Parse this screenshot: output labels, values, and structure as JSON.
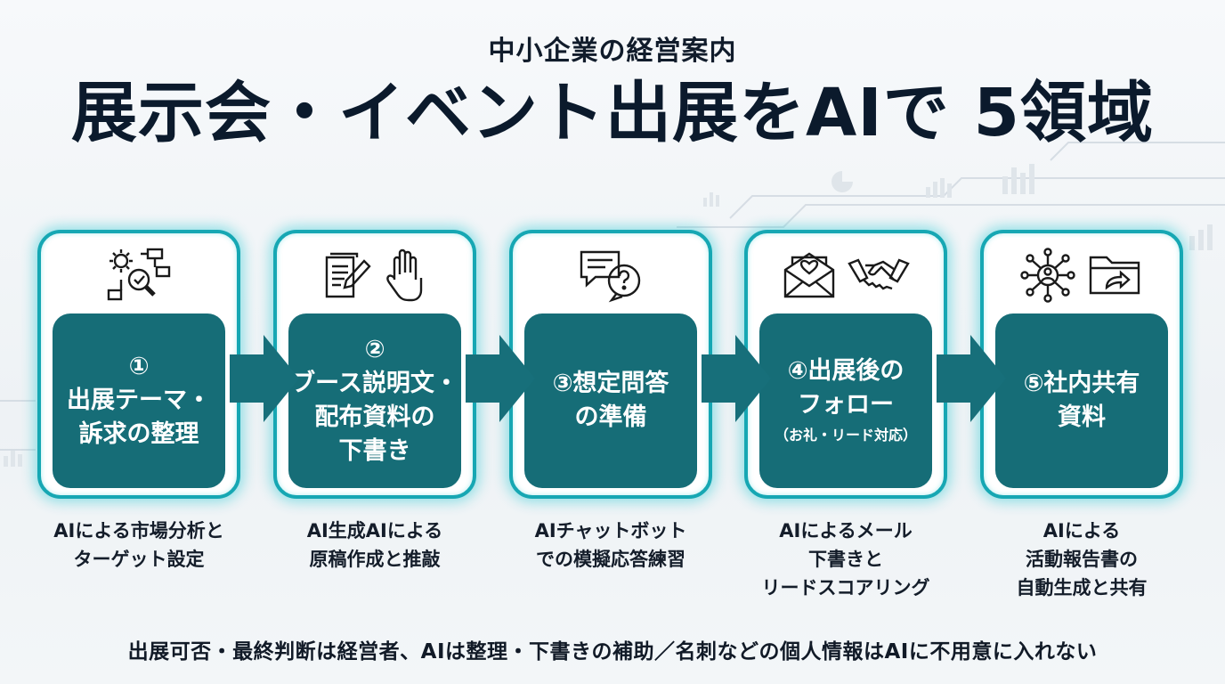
{
  "header": {
    "subtitle": "中小企業の経営案内",
    "title": "展示会・イベント出展をAIで 5領域"
  },
  "steps": [
    {
      "lines": [
        "①",
        "出展テーマ・",
        "訴求の整理"
      ],
      "note": "",
      "icons": [
        "gear-flowchart-icon",
        "magnifier-check-icon"
      ],
      "caption": [
        "AIによる市場分析と",
        "ターゲット設定"
      ]
    },
    {
      "lines": [
        "②",
        "ブース説明文・",
        "配布資料の",
        "下書き"
      ],
      "note": "",
      "icons": [
        "document-pen-icon",
        "hand-icon"
      ],
      "caption": [
        "AI生成AIによる",
        "原稿作成と推敲"
      ]
    },
    {
      "lines": [
        "③想定問答",
        "の準備"
      ],
      "note": "",
      "icons": [
        "chat-question-icon"
      ],
      "caption": [
        "AIチャットボット",
        "での模擬応答練習"
      ]
    },
    {
      "lines": [
        "④出展後の",
        "フォロー"
      ],
      "note": "（お礼・リード対応）",
      "icons": [
        "heart-mail-icon",
        "handshake-icon"
      ],
      "caption": [
        "AIによるメール",
        "下書きと",
        "リードスコアリング"
      ]
    },
    {
      "lines": [
        "⑤社内共有",
        "資料"
      ],
      "note": "",
      "icons": [
        "network-people-icon",
        "folder-share-icon"
      ],
      "caption": [
        "AIによる",
        "活動報告書の",
        "自動生成と共有"
      ]
    }
  ],
  "footer": "出展可否・最終判断は経営者、AIは整理・下書きの補助／名刺などの個人情報はAIに不用意に入れない",
  "colors": {
    "card_inner": "#166d77",
    "card_border": "#16a7b3",
    "arrow": "#176f7a",
    "title": "#0b1a2c"
  }
}
